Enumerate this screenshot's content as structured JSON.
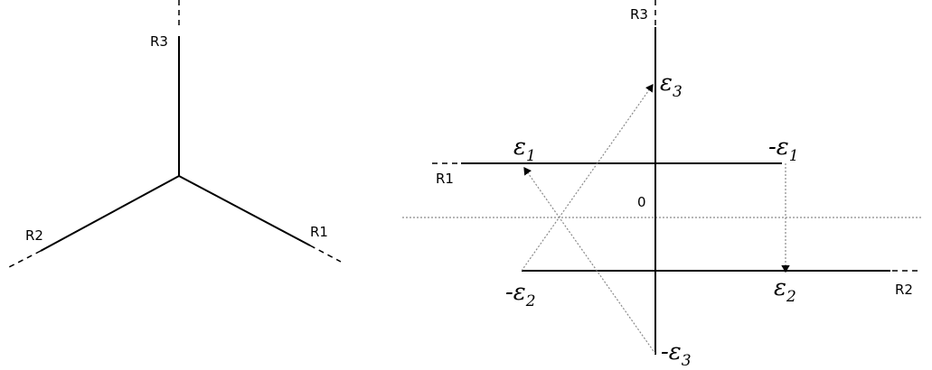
{
  "left_diagram": {
    "axes": [
      "R1",
      "R2",
      "R3"
    ]
  },
  "right_diagram": {
    "axes": [
      "R1",
      "R2",
      "R3"
    ],
    "origin_label": "0",
    "points": {
      "eps1": {
        "prefix": "",
        "letter": "ε",
        "sub": "1"
      },
      "neg_eps1": {
        "prefix": "-",
        "letter": "ε",
        "sub": "1"
      },
      "eps2": {
        "prefix": "",
        "letter": "ε",
        "sub": "2"
      },
      "neg_eps2": {
        "prefix": "-",
        "letter": "ε",
        "sub": "2"
      },
      "eps3": {
        "prefix": "",
        "letter": "ε",
        "sub": "3"
      },
      "neg_eps3": {
        "prefix": "-",
        "letter": "ε",
        "sub": "3"
      }
    }
  }
}
